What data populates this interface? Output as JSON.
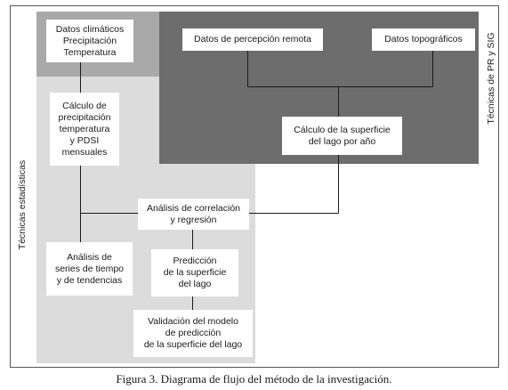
{
  "regions": {
    "left_label": "Técnicas estadísticas",
    "right_label": "Técnicas de PR y SIG"
  },
  "nodes": {
    "climate_data": "Datos climáticos\nPrecipitación\nTemperatura",
    "remote_sensing": "Datos de percepción remota",
    "topographic": "Datos topográficos",
    "monthly_calc": "Cálculo de\nprecipitación\ntemperatura\ny PDSI\nmensuales",
    "lake_surface_calc": "Cálculo de la superficie\ndel lago por año",
    "correlation": "Análisis de correlación\ny regresión",
    "time_series": "Análisis de\nseries de tiempo\ny de tendencias",
    "prediction": "Predicción\nde la superficie\ndel lago",
    "validation": "Validación del modelo\nde predicción\nde la superficie del lago"
  },
  "caption": "Figura 3. Diagrama de flujo del método de la investigación."
}
